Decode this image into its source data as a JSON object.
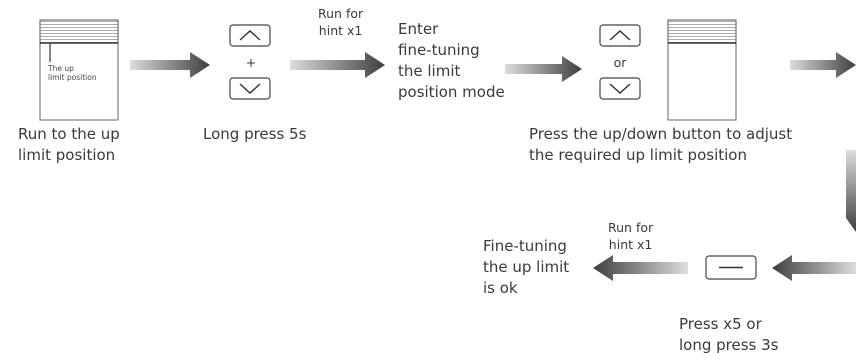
{
  "step1": {
    "blind_label_line1": "The up",
    "blind_label_line2": "limit position",
    "caption_line1": "Run to the up",
    "caption_line2": "limit position"
  },
  "step2": {
    "plus": "+",
    "caption": "Long press 5s"
  },
  "hint1": {
    "line1": "Run for",
    "line2": "hint x1"
  },
  "step3": {
    "line1": "Enter",
    "line2": "fine-tuning",
    "line3": "the limit",
    "line4": "position mode"
  },
  "step4": {
    "or": "or",
    "caption_line1": "Press the up/down button to adjust",
    "caption_line2": "the required up limit  position"
  },
  "step5": {
    "caption_line1": "Press x5 or",
    "caption_line2": "long press 3s"
  },
  "hint2": {
    "line1": "Run for",
    "line2": "hint x1"
  },
  "final": {
    "line1": "Fine-tuning",
    "line2": "the up limit",
    "line3": "is ok"
  },
  "colors": {
    "arrow": "#4a4a4a",
    "arrow_light": "#d4d4d4",
    "stroke": "#444444"
  }
}
